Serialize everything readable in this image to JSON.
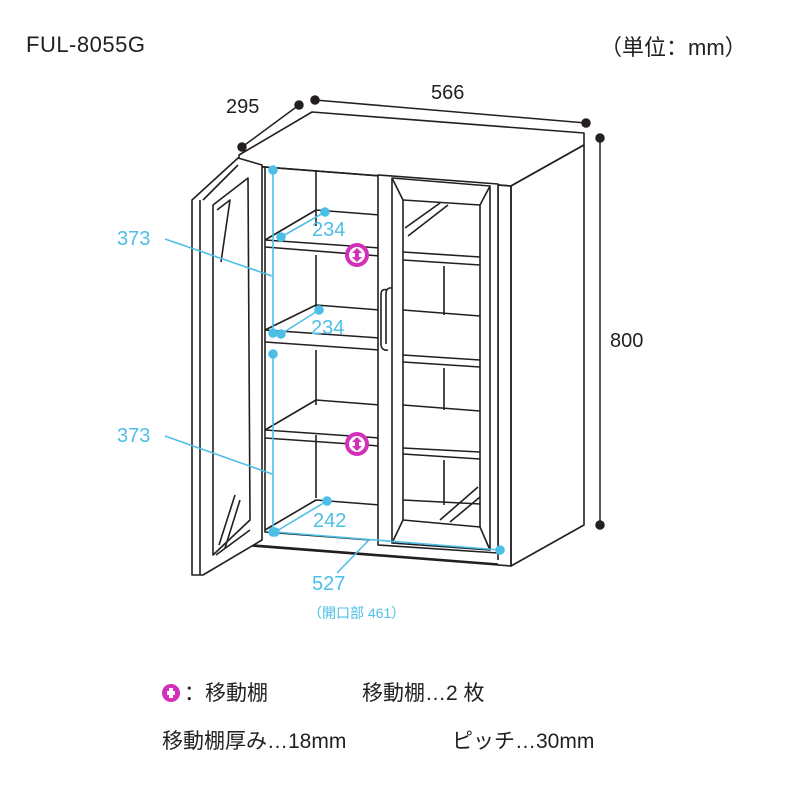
{
  "header": {
    "model": "FUL-8055G",
    "unit": "（単位：mm）"
  },
  "dimensions": {
    "depth": "295",
    "width": "566",
    "height": "800",
    "inner_height_upper": "373",
    "inner_height_lower": "373",
    "shelf_depth_1": "234",
    "shelf_depth_2": "234",
    "bottom_depth": "242",
    "inner_width": "527",
    "opening": "（開口部 461）"
  },
  "colors": {
    "line": "#231f20",
    "dimension_cyan": "#4dbfe6",
    "movable_shelf_marker": "#d42fb8"
  },
  "legend": {
    "icon": "movable-shelf-icon",
    "icon_label": "：移動棚",
    "shelf_count": "移動棚…2 枚",
    "shelf_thickness": "移動棚厚み…18mm",
    "pitch": "ピッチ…30mm"
  }
}
